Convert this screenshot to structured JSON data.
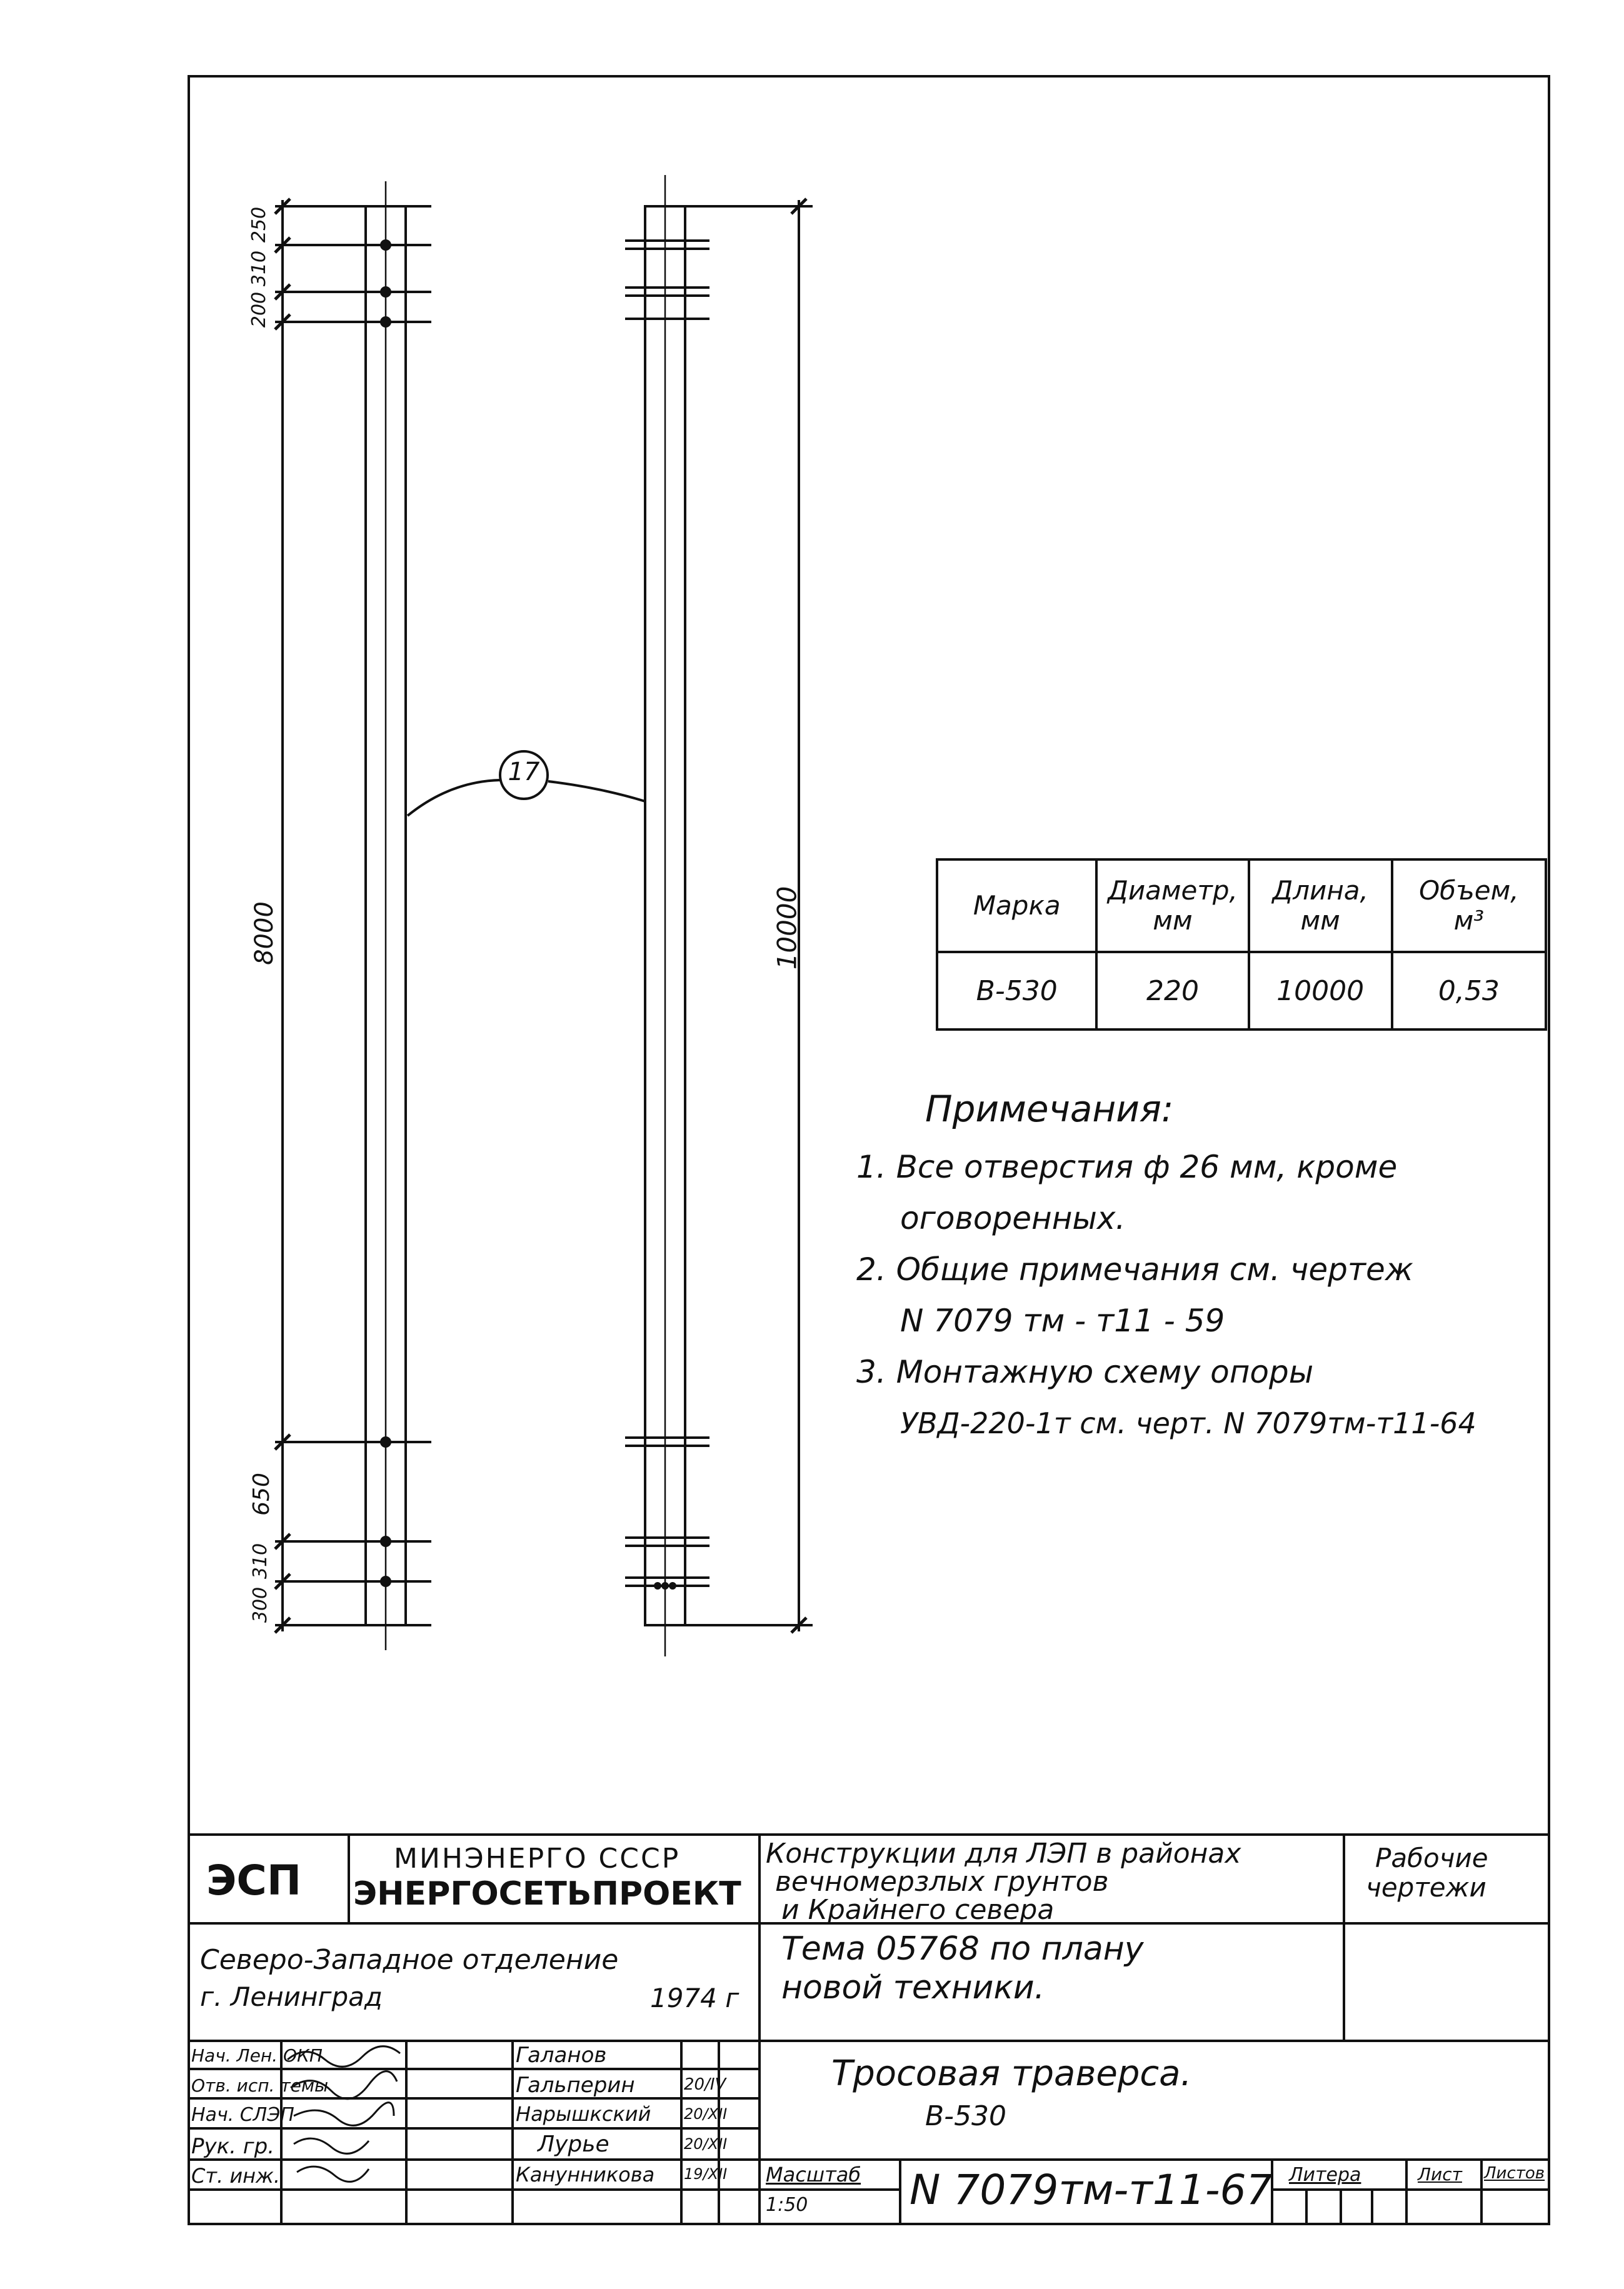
{
  "drawing": {
    "part_label": "17",
    "dims_left": [
      "250",
      "310",
      "200",
      "8000",
      "650",
      "310",
      "300"
    ],
    "dim_right_total": "10000"
  },
  "spec_table": {
    "headers": [
      [
        "Марка"
      ],
      [
        "Диаметр,",
        "мм"
      ],
      [
        "Длина,",
        "мм"
      ],
      [
        "Объем,",
        "м³"
      ]
    ],
    "row": [
      "В-530",
      "220",
      "10000",
      "0,53"
    ]
  },
  "notes": {
    "title": "Примечания:",
    "items": [
      {
        "line1": "1. Все отверстия ф 26 мм, кроме",
        "line2": "оговоренных."
      },
      {
        "line1": "2. Общие примечания см. чертеж",
        "line2": "N 7079 тм - т11 - 59"
      },
      {
        "line1": "3. Монтажную схему опоры",
        "line2": "УВД-220-1т см. черт. N 7079тм-т11-64"
      }
    ]
  },
  "title_block": {
    "org_short": "ЭСП",
    "ministry": "МИНЭНЕРГО СССР",
    "org_full": "ЭНЕРГОСЕТЬПРОЕКТ",
    "project_title": [
      "Конструкции для ЛЭП в районах",
      "вечномерзлых грунтов",
      "и Крайнего севера"
    ],
    "stage": [
      "Рабочие",
      "чертежи"
    ],
    "branch": "Северо-Западное отделение",
    "city": "г. Ленинград",
    "year": "1974 г",
    "theme": [
      "Тема 05768 по плану",
      "новой техники."
    ],
    "drawing_name": "Тросовая траверса.",
    "drawing_mark": "В-530",
    "staff": [
      {
        "role": "Нач. Лен. ОКП",
        "name": "Галанов",
        "date": ""
      },
      {
        "role": "Отв. исп. темы",
        "name": "Гальперин",
        "date": "20/IV"
      },
      {
        "role": "Нач. СЛЭП",
        "name": "Нарышкский",
        "date": "20/XII"
      },
      {
        "role": "Рук. гр.",
        "name": "Лурье",
        "date": "20/XII"
      },
      {
        "role": "Ст. инж.",
        "name": "Канунникова",
        "date": "19/XII"
      }
    ],
    "scale_label": "Масштаб",
    "scale_value": "1:50",
    "drawing_number": "N 7079тм-т11-67",
    "litera_label": "Литера",
    "sheet_label": "Лист",
    "sheets_label": "Листов"
  }
}
